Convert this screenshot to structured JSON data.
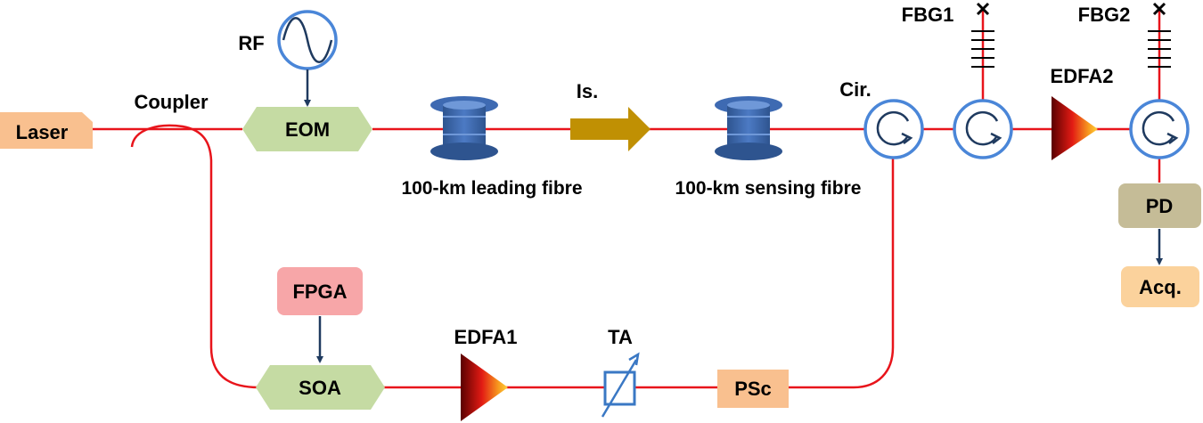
{
  "labels": {
    "laser": "Laser",
    "coupler": "Coupler",
    "rf": "RF",
    "eom": "EOM",
    "leading_fibre": "100-km leading fibre",
    "isolator": "Is.",
    "sensing_fibre": "100-km sensing fibre",
    "circulator": "Cir.",
    "fbg1": "FBG1",
    "fbg2": "FBG2",
    "edfa2": "EDFA2",
    "pd": "PD",
    "acq": "Acq.",
    "fpga": "FPGA",
    "soa": "SOA",
    "edfa1": "EDFA1",
    "ta": "TA",
    "psc": "PSc"
  },
  "colors": {
    "fiber": "#e8141b",
    "arrow": "#1f3a5f",
    "orange_box": "#f9c08f",
    "green_box": "#c5dba3",
    "pink_box": "#f7a6a8",
    "khaki_box": "#c5bc97",
    "acq_box": "#fbd29c",
    "spool": "#3e6ab2",
    "isolator": "#c09003",
    "circulator": "#4a86d8",
    "ta": "#3a78c4"
  }
}
